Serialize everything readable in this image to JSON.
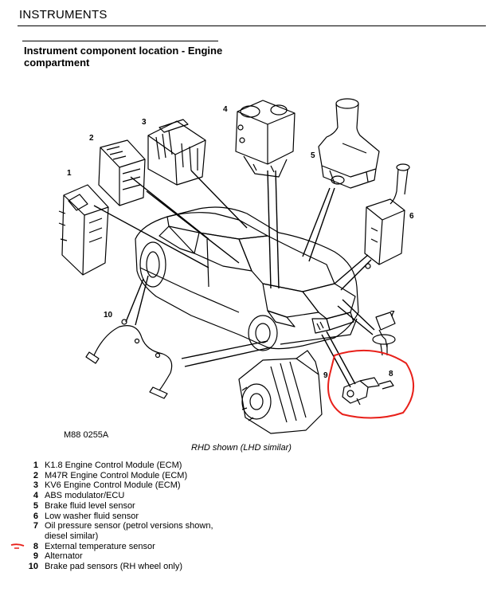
{
  "header": {
    "section": "INSTRUMENTS"
  },
  "title": "Instrument component location - Engine compartment",
  "figure": {
    "reference": "M88 0255A",
    "caption": "RHD shown (LHD similar)",
    "callouts": [
      "1",
      "2",
      "3",
      "4",
      "5",
      "6",
      "7",
      "8",
      "9",
      "10"
    ],
    "highlight_color": "#e8201a"
  },
  "legend": [
    {
      "num": "1",
      "text": "K1.8 Engine Control Module (ECM)"
    },
    {
      "num": "2",
      "text": "M47R Engine Control Module (ECM)"
    },
    {
      "num": "3",
      "text": "KV6 Engine Control Module (ECM)"
    },
    {
      "num": "4",
      "text": "ABS modulator/ECU"
    },
    {
      "num": "5",
      "text": "Brake fluid level sensor"
    },
    {
      "num": "6",
      "text": "Low washer fluid sensor"
    },
    {
      "num": "7",
      "text": "Oil pressure sensor (petrol versions shown,",
      "cont": "diesel similar)"
    },
    {
      "num": "8",
      "text": "External temperature sensor"
    },
    {
      "num": "9",
      "text": "Alternator"
    },
    {
      "num": "10",
      "text": "Brake pad sensors (RH wheel only)"
    }
  ]
}
